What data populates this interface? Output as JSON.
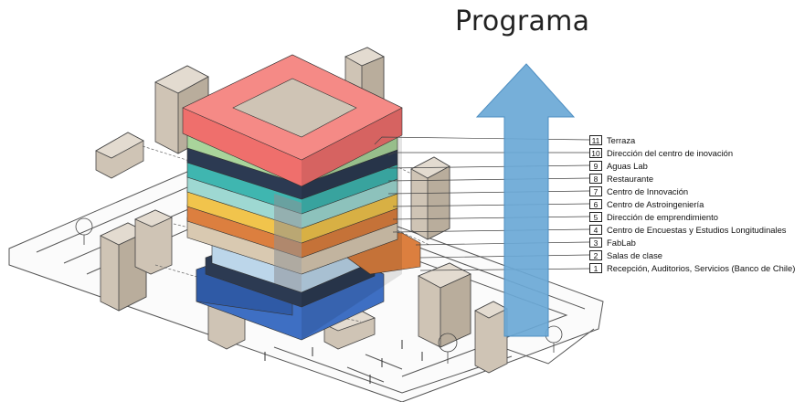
{
  "title": "Programa",
  "colors": {
    "terrace": "#ef6f6c",
    "green": "#a9d49b",
    "navy": "#2c3a52",
    "teal": "#3fb6b0",
    "light_teal": "#9ed8d2",
    "yellow": "#f1c44c",
    "orange": "#dc7f3f",
    "beige": "#d9c9b1",
    "light_blue": "#bcd6ea",
    "blue": "#3e6fc3",
    "building_gray": "#cfc4b5",
    "arrow_blue": "#6aa8d6"
  },
  "legend": [
    {
      "num": "11",
      "label": "Terraza"
    },
    {
      "num": "10",
      "label": "Dirección del centro de inovación"
    },
    {
      "num": "9",
      "label": "Aguas Lab"
    },
    {
      "num": "8",
      "label": "Restaurante"
    },
    {
      "num": "7",
      "label": "Centro de Innovación"
    },
    {
      "num": "6",
      "label": "Centro de Astroingeniería"
    },
    {
      "num": "5",
      "label": "Dirección de emprendimiento"
    },
    {
      "num": "4",
      "label": "Centro de Encuestas y Estudios Longitudinales"
    },
    {
      "num": "3",
      "label": "FabLab"
    },
    {
      "num": "2",
      "label": "Salas de clase"
    },
    {
      "num": "1",
      "label": "Recepción, Auditorios, Servicios (Banco de Chile)"
    }
  ]
}
